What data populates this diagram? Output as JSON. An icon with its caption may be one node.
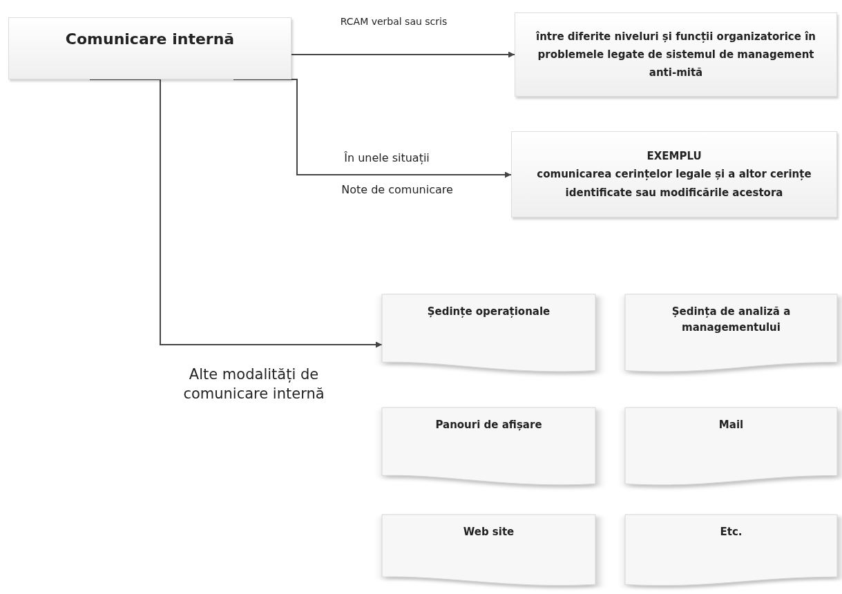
{
  "diagram": {
    "nodes": [
      {
        "text": [
          "Comunicare internă"
        ]
      },
      {
        "text": [
          "între diferite niveluri și funcții organizatorice în problemele legate de sistemul de management anti-mită"
        ]
      },
      {
        "text": [
          "EXEMPLU",
          "comunicarea cerințelor legale și a altor cerințe identificate sau modificările acestora"
        ]
      },
      {
        "text": [
          "Ședințe operaționale"
        ]
      },
      {
        "text": [
          "Ședința de analiză a managementului"
        ]
      },
      {
        "text": [
          "Panouri de afișare"
        ]
      },
      {
        "text": [
          "Mail"
        ]
      },
      {
        "text": [
          "Web site"
        ]
      },
      {
        "text": [
          "Etc."
        ]
      }
    ],
    "edges": [
      {
        "from": 0,
        "to": 1,
        "arrow": "to",
        "label": "RCAM verbal sau scris"
      },
      {
        "from": 0,
        "to": 2,
        "arrow": "to",
        "label": "În unele situații"
      },
      {
        "from": 0,
        "to": 3,
        "arrow": "to",
        "label": "Alte modalități de comunicare internă"
      }
    ],
    "labels": [
      "Note de comunicare"
    ]
  }
}
